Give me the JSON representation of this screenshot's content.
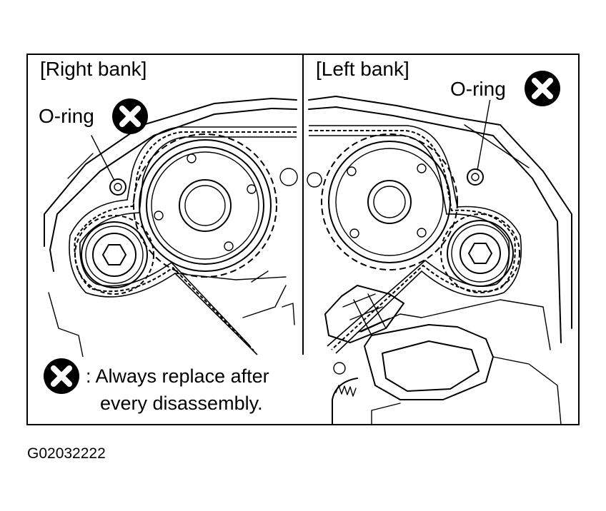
{
  "diagram": {
    "right_bank_label": "[Right bank]",
    "left_bank_label": "[Left bank]",
    "oring_label_right": "O-ring",
    "oring_label_left": "O-ring",
    "legend_line1": ": Always replace after",
    "legend_line2": "every disassembly.",
    "figure_code": "G02032222",
    "replace_icon": "x-in-circle-icon"
  }
}
